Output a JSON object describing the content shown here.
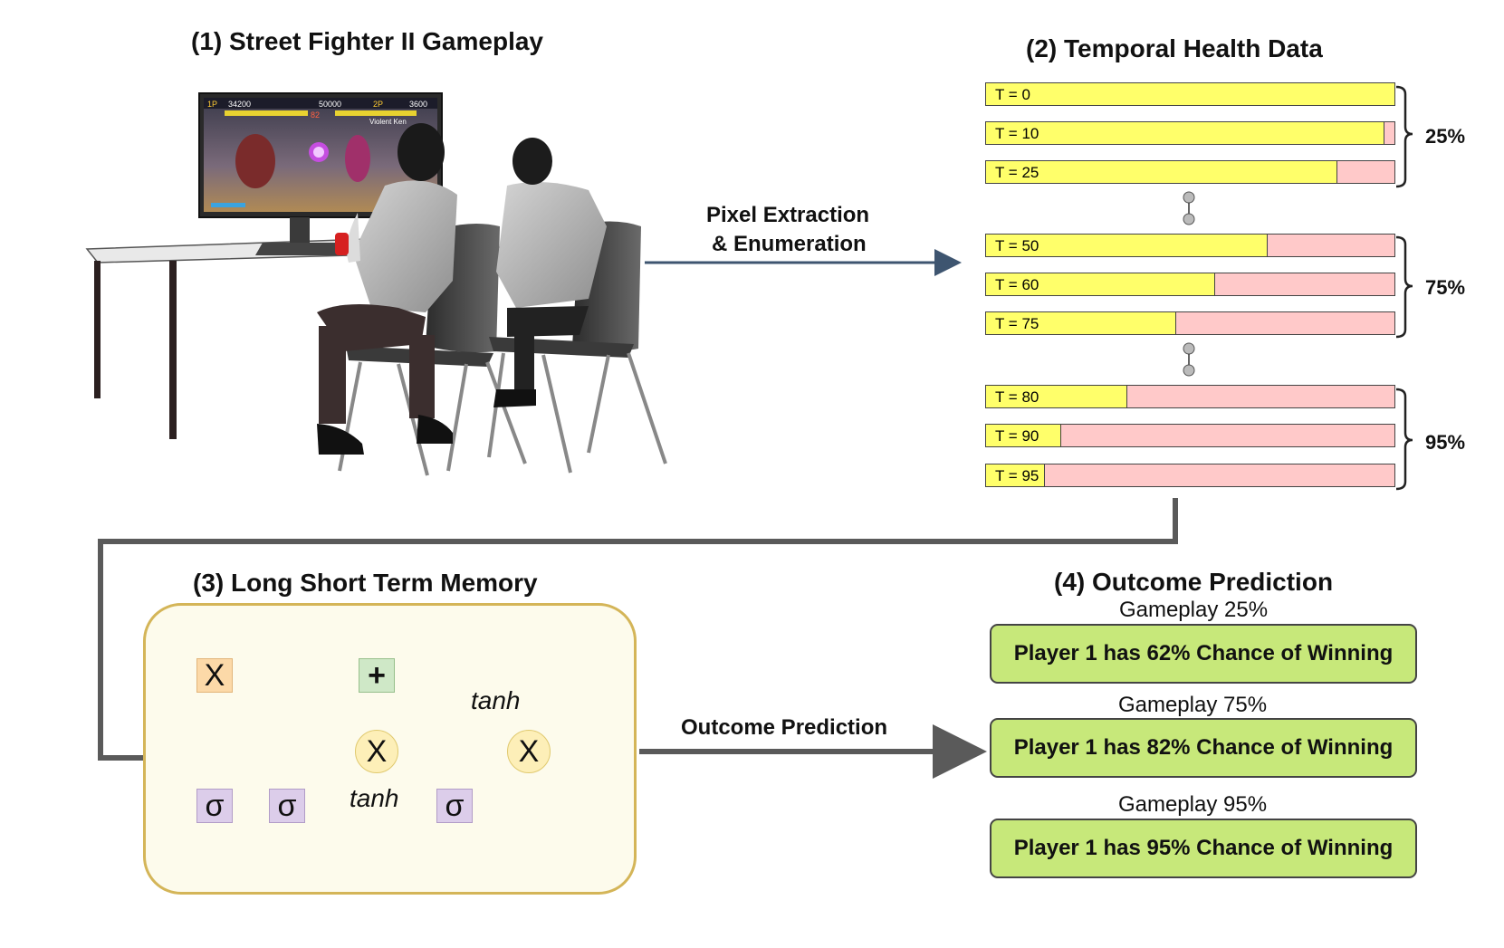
{
  "titles": {
    "gameplay": "(1) Street Fighter II Gameplay",
    "health": "(2) Temporal Health Data",
    "lstm": "(3) Long Short Term Memory",
    "outcome": "(4) Outcome Prediction"
  },
  "arrows": {
    "extraction_line1": "Pixel Extraction",
    "extraction_line2": "& Enumeration",
    "prediction": "Outcome Prediction"
  },
  "health_bars": [
    {
      "label": "T = 0",
      "health": 1.0
    },
    {
      "label": "T = 10",
      "health": 0.975
    },
    {
      "label": "T = 25",
      "health": 0.86
    },
    {
      "label": "T = 50",
      "health": 0.69
    },
    {
      "label": "T = 60",
      "health": 0.56
    },
    {
      "label": "T = 75",
      "health": 0.465
    },
    {
      "label": "T = 80",
      "health": 0.345
    },
    {
      "label": "T = 90",
      "health": 0.185
    },
    {
      "label": "T = 95",
      "health": 0.145
    }
  ],
  "groups": [
    "25%",
    "75%",
    "95%"
  ],
  "lstm": {
    "gate_x": "X",
    "gate_plus": "+",
    "sigma": "σ",
    "tanh": "tanh"
  },
  "predictions": [
    {
      "caption": "Gameplay 25%",
      "text": "Player 1 has 62% Chance of Winning"
    },
    {
      "caption": "Gameplay 75%",
      "text": "Player 1 has 82% Chance of Winning"
    },
    {
      "caption": "Gameplay 95%",
      "text": "Player 1 has 95% Chance of Winning"
    }
  ],
  "screen": {
    "p1_score": "34200",
    "hi_score": "50000",
    "p2_score": "3600",
    "p1_tag": "1P",
    "p2_tag": "2P",
    "round": "82",
    "p2_name": "Violent Ken"
  },
  "colors": {
    "health_fill": "#ffff6a",
    "health_lost": "#ffc9c9",
    "prediction_box": "#c7e87a",
    "lstm_border": "#d4b558",
    "connector": "#5a5a5a",
    "arrow_blue": "#3e5570"
  }
}
